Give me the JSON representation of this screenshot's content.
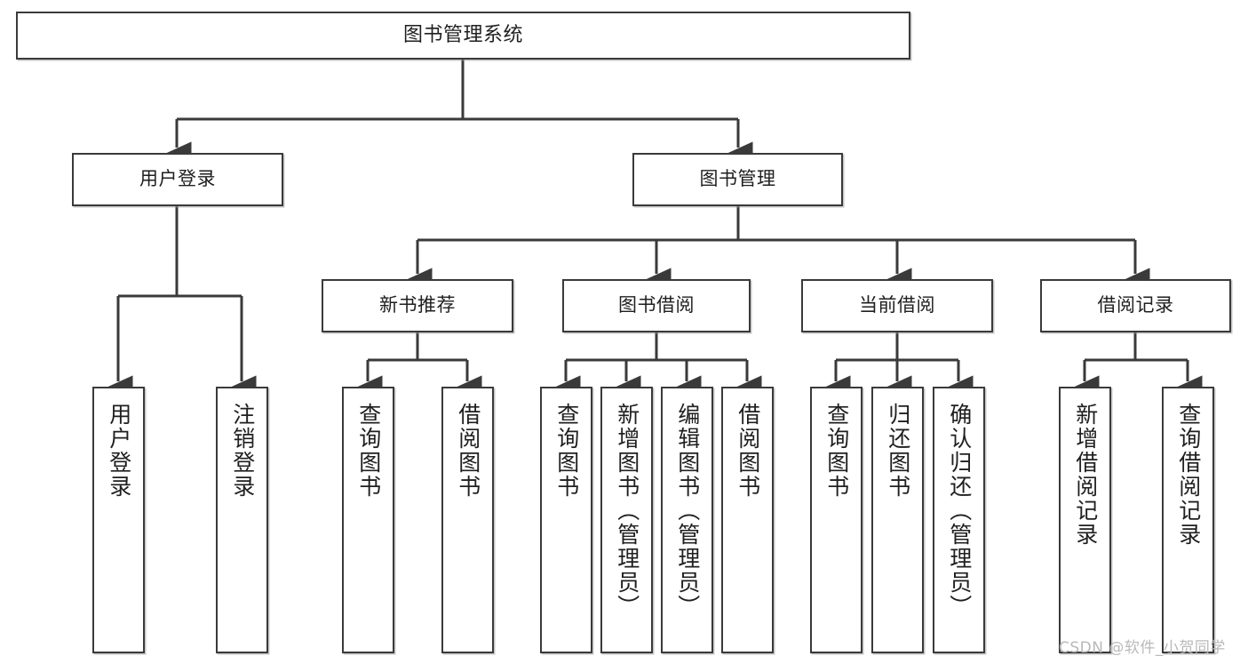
{
  "diagram": {
    "title": "图书管理系统",
    "type": "tree-structure-chart",
    "watermark": "CSDN @软件_小贺同学",
    "colors": {
      "border": "#3a3a3a",
      "background": "#ffffff",
      "text": "#1f1f1f",
      "watermark": "#b9b9b9"
    }
  },
  "nodes": {
    "root": {
      "label": "图书管理系统",
      "level": 1
    },
    "level2": [
      {
        "id": "user-login",
        "label": "用户登录"
      },
      {
        "id": "book-management",
        "label": "图书管理"
      }
    ],
    "level3": [
      {
        "id": "new-book-recommend",
        "label": "新书推荐"
      },
      {
        "id": "book-borrow",
        "label": "图书借阅"
      },
      {
        "id": "current-borrow",
        "label": "当前借阅"
      },
      {
        "id": "borrow-record",
        "label": "借阅记录"
      }
    ],
    "leaves": [
      {
        "id": "leaf-user-login",
        "label": "用户登录",
        "parent": "user-login"
      },
      {
        "id": "leaf-logout-login",
        "label": "注销登录",
        "parent": "user-login"
      },
      {
        "id": "leaf-query-book-1",
        "label": "查询图书",
        "parent": "new-book-recommend"
      },
      {
        "id": "leaf-borrow-book-1",
        "label": "借阅图书",
        "parent": "new-book-recommend"
      },
      {
        "id": "leaf-query-book-2",
        "label": "查询图书",
        "parent": "book-borrow"
      },
      {
        "id": "leaf-add-book",
        "label": "新增图书（管理员）",
        "parent": "book-borrow"
      },
      {
        "id": "leaf-edit-book",
        "label": "编辑图书（管理员）",
        "parent": "book-borrow"
      },
      {
        "id": "leaf-borrow-book-2",
        "label": "借阅图书",
        "parent": "book-borrow"
      },
      {
        "id": "leaf-query-book-3",
        "label": "查询图书",
        "parent": "current-borrow"
      },
      {
        "id": "leaf-return-book",
        "label": "归还图书",
        "parent": "current-borrow"
      },
      {
        "id": "leaf-confirm-return",
        "label": "确认归还（管理员）",
        "parent": "current-borrow"
      },
      {
        "id": "leaf-add-record",
        "label": "新增借阅记录",
        "parent": "borrow-record"
      },
      {
        "id": "leaf-query-record",
        "label": "查询借阅记录",
        "parent": "borrow-record"
      }
    ]
  }
}
